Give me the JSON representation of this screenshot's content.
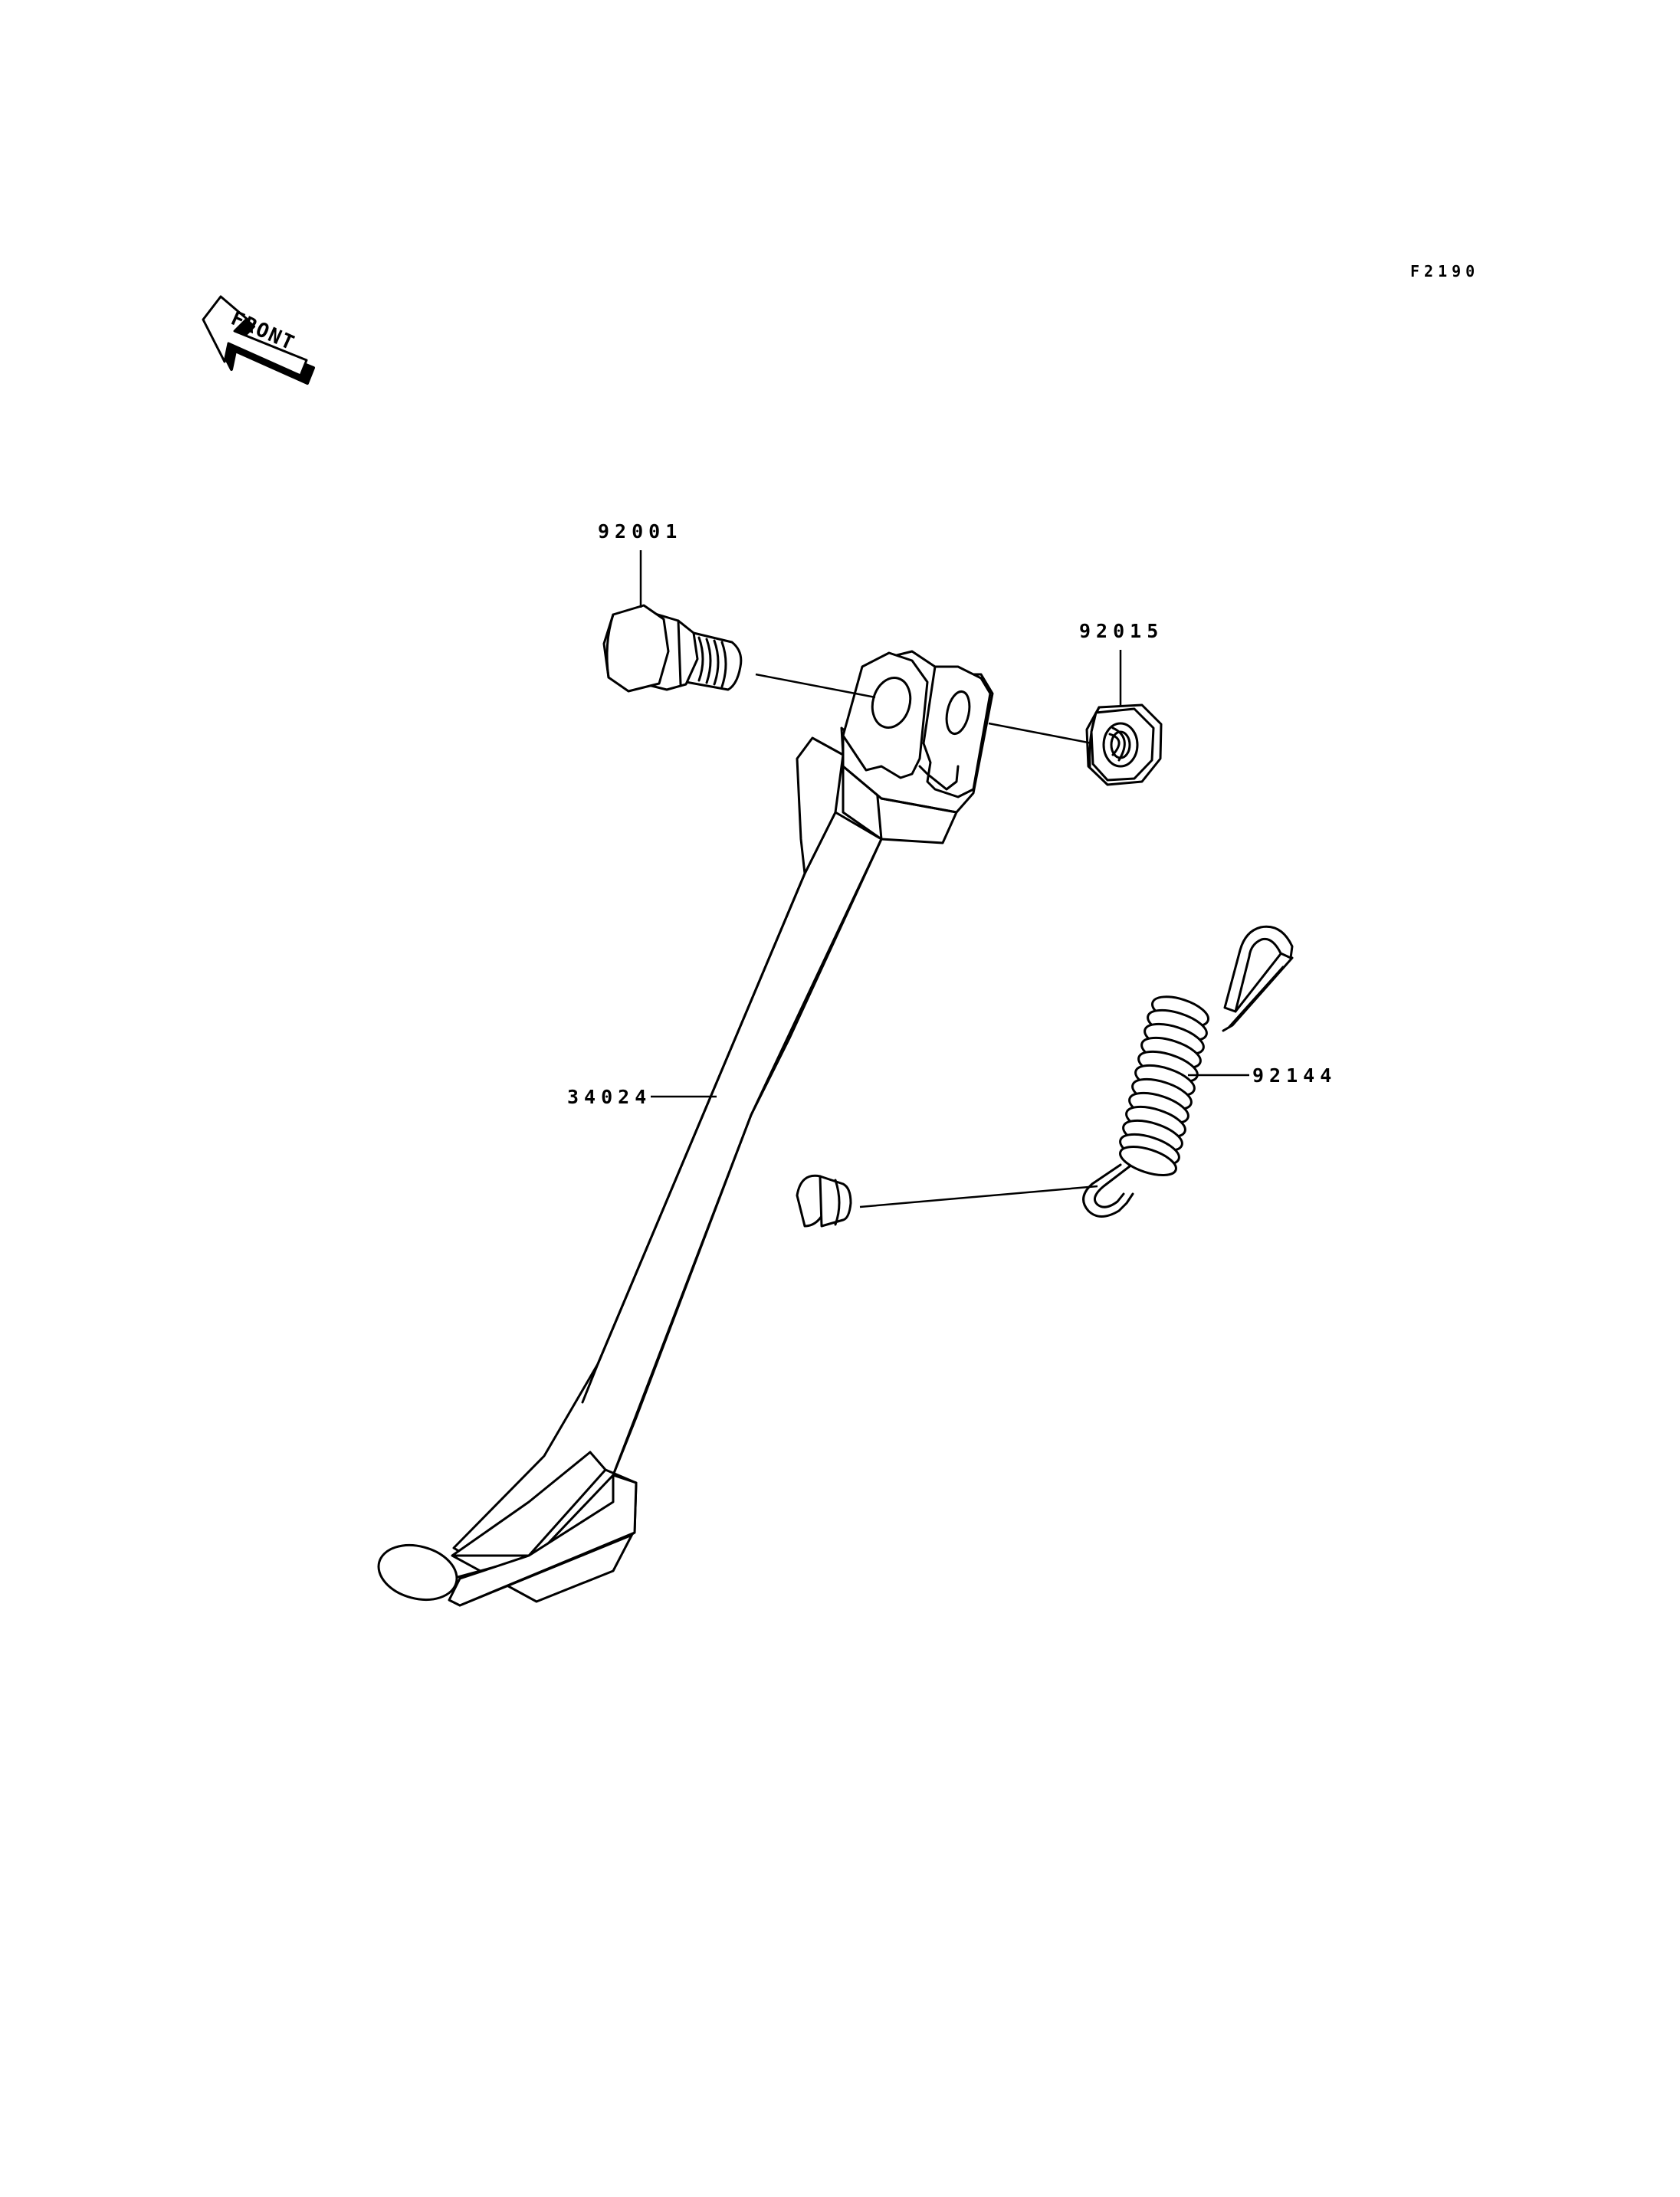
{
  "figure_code": "F2190",
  "front_arrow": {
    "text": "FRONT",
    "icon": "front-arrow-icon"
  },
  "parts": [
    {
      "number": "92001",
      "description": "Bolt"
    },
    {
      "number": "92015",
      "description": "Nut"
    },
    {
      "number": "34024",
      "description": "Side stand"
    },
    {
      "number": "92144",
      "description": "Spring"
    }
  ]
}
